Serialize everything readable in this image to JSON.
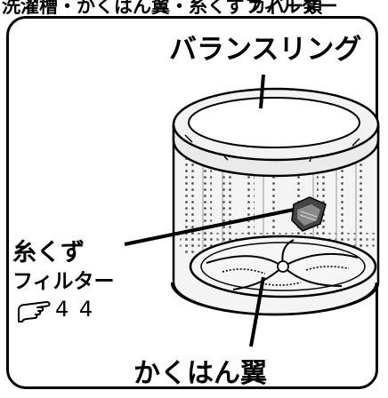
{
  "header": {
    "left_text": "洗濯槽・かくはん翼・糸くずフィルター",
    "right_text": "カバー類"
  },
  "labels": {
    "balance_ring": "バランスリング",
    "lint_filter_line1": "糸くず",
    "lint_filter_line2": "フィルター",
    "pulsator": "かくはん翼"
  },
  "page_reference": {
    "icon": "pointing-hand-icon",
    "page": "44"
  }
}
